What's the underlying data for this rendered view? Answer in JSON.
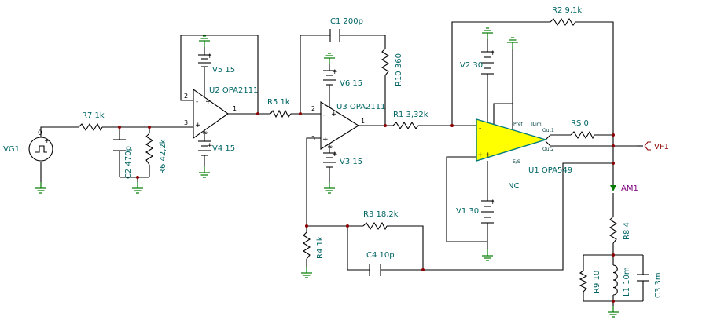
{
  "components": {
    "vg1": "VG1",
    "vg1_value": "0",
    "r7": "R7 1k",
    "c2": "C2 470p",
    "r6": "R6 42,2k",
    "u2": "U2 OPA2111",
    "v5": "V5 15",
    "v4": "V4 15",
    "r5": "R5 1k",
    "c1": "C1 200p",
    "r10": "R10 360",
    "u3": "U3 OPA2111",
    "v6": "V6 15",
    "v3": "V3 15",
    "r1": "R1 3,32k",
    "r2": "R2 9,1k",
    "v2": "V2 30",
    "v1": "V1 30",
    "u1": "U1 OPA549",
    "rs": "RS 0",
    "r4": "R4 1k",
    "r3": "R3 18,2k",
    "c4": "C4 10p",
    "r8": "R8 4",
    "r9": "R9 10",
    "l1": "L1 10m",
    "c3": "C3 3m"
  },
  "probes": {
    "am1": "AM1",
    "vf1": "VF1"
  },
  "pins": {
    "p1": "1",
    "p2": "2",
    "p3": "3",
    "plus": "+",
    "minus": "-",
    "pos": "+",
    "inf": "∞",
    "ilim": "ILim",
    "pref": "Pref",
    "out1": "Out1",
    "out2": "Out2",
    "es": "E/S",
    "nc": "NC"
  },
  "colors": {
    "wire": "#000000",
    "label": "#006464",
    "ground": "#007a00",
    "node": "#8b0000",
    "u1_fill": "#ffff00",
    "u1_stroke": "#007a7a",
    "probe": "#800080"
  }
}
